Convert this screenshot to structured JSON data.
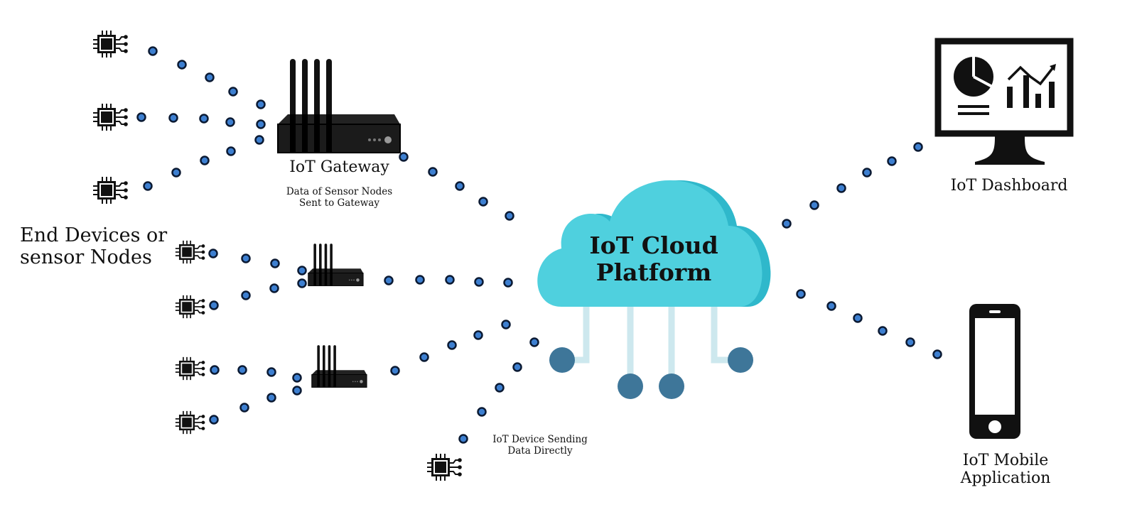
{
  "title": "IoT Architecture Diagram",
  "labels": {
    "end_devices": "End Devices or\nsensor Nodes",
    "gateway": "IoT Gateway",
    "gateway_sub": "Data of Sensor Nodes\nSent to Gateway",
    "cloud": "IoT Cloud\nPlatform",
    "dashboard": "IoT Dashboard",
    "mobile": "IoT Mobile\nApplication",
    "direct": "IoT Device Sending\nData Directly"
  },
  "nodes": [
    {
      "id": "sensor-1",
      "type": "sensor"
    },
    {
      "id": "sensor-2",
      "type": "sensor"
    },
    {
      "id": "sensor-3",
      "type": "sensor"
    },
    {
      "id": "sensor-4",
      "type": "sensor"
    },
    {
      "id": "sensor-5",
      "type": "sensor"
    },
    {
      "id": "sensor-6",
      "type": "sensor"
    },
    {
      "id": "sensor-7",
      "type": "sensor"
    },
    {
      "id": "sensor-direct",
      "type": "sensor"
    },
    {
      "id": "gateway-main",
      "type": "gateway"
    },
    {
      "id": "gateway-2",
      "type": "gateway"
    },
    {
      "id": "gateway-3",
      "type": "gateway"
    },
    {
      "id": "cloud",
      "type": "cloud"
    },
    {
      "id": "dashboard",
      "type": "monitor"
    },
    {
      "id": "mobile",
      "type": "phone"
    }
  ],
  "edges": [
    {
      "from": "sensor-1",
      "to": "gateway-main"
    },
    {
      "from": "sensor-2",
      "to": "gateway-main"
    },
    {
      "from": "sensor-3",
      "to": "gateway-main"
    },
    {
      "from": "sensor-4",
      "to": "gateway-2"
    },
    {
      "from": "sensor-5",
      "to": "gateway-2"
    },
    {
      "from": "sensor-6",
      "to": "gateway-3"
    },
    {
      "from": "sensor-7",
      "to": "gateway-3"
    },
    {
      "from": "gateway-main",
      "to": "cloud"
    },
    {
      "from": "gateway-2",
      "to": "cloud"
    },
    {
      "from": "gateway-3",
      "to": "cloud"
    },
    {
      "from": "sensor-direct",
      "to": "cloud"
    },
    {
      "from": "cloud",
      "to": "dashboard"
    },
    {
      "from": "cloud",
      "to": "mobile"
    }
  ],
  "colors": {
    "cloud": "#4fd0de",
    "cloud_shade": "#2fb8cb",
    "cloud_connector": "#cde8ee",
    "cloud_node": "#3e7699",
    "dot_fill": "#3d7fd0",
    "dot_stroke": "#0b1a33",
    "icon": "#111111"
  }
}
